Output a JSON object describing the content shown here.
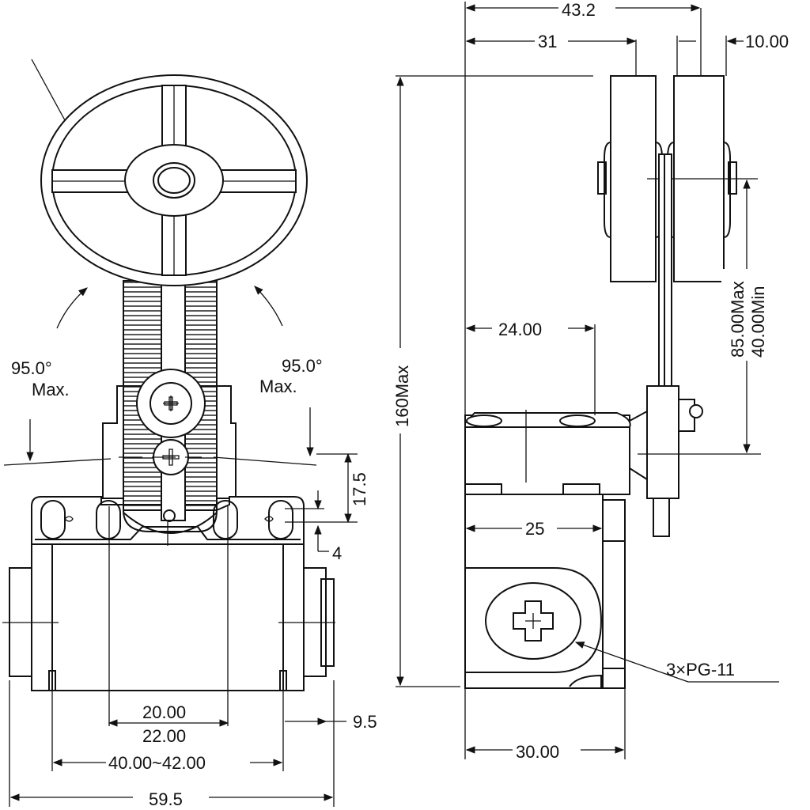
{
  "dimensions": {
    "d_43_2": "43.2",
    "d_31": "31",
    "d_10": "10.00",
    "d_160max": "160Max",
    "d_85max": "85.00Max",
    "d_40min": "40.00Min",
    "d_24": "24.00",
    "d_25": "25",
    "d_30": "30.00",
    "d_pg11": "3×PG-11",
    "d_angle_left": "95.0°",
    "d_angle_right": "95.0°",
    "d_max_left": "Max.",
    "d_max_right": "Max.",
    "d_17_5": "17.5",
    "d_4": "4",
    "d_20": "20.00",
    "d_22": "22.00",
    "d_40_42": "40.00~42.00",
    "d_9_5": "9.5",
    "d_59_5": "59.5"
  }
}
